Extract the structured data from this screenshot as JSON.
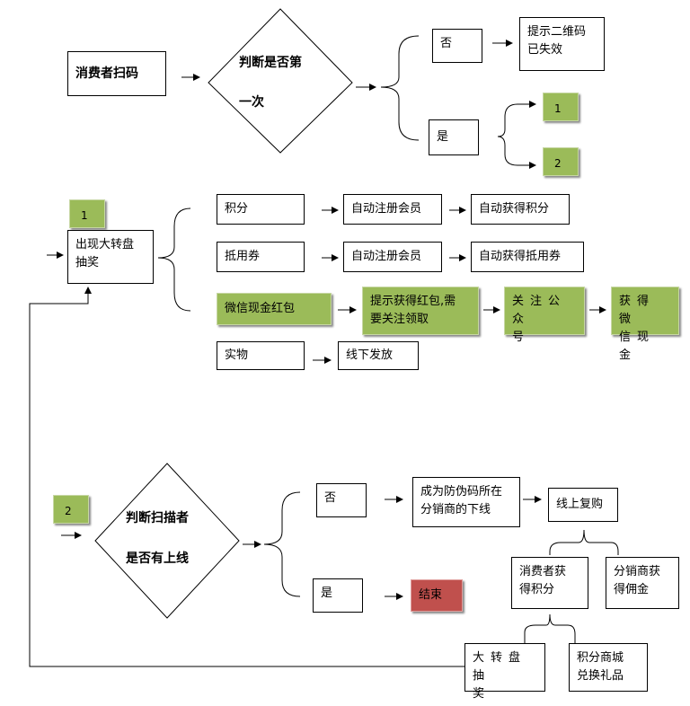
{
  "row1": {
    "consumer_scan": "消费者扫码",
    "decision_first": "判断是否第\n一次",
    "no": "否",
    "qr_invalid": "提示二维码\n已失效",
    "yes": "是",
    "tag1": "1",
    "tag2": "2"
  },
  "row2": {
    "tag": "1",
    "wheel": "出现大转盘\n抽奖",
    "points": "积分",
    "auto_register_1": "自动注册会员",
    "get_points": "自动获得积分",
    "voucher": "抵用券",
    "auto_register_2": "自动注册会员",
    "get_voucher": "自动获得抵用券",
    "wechat_cash": "微信现金红包",
    "prompt_follow": "提示获得红包,需\n要关注领取",
    "follow_account": "关注公众\n号",
    "get_cash": "获得微\n信现金",
    "physical": "实物",
    "offline_issue": "线下发放"
  },
  "row3": {
    "tag": "2",
    "decision_upline_1": "判断扫描者",
    "decision_upline_2": "是否有上线",
    "no": "否",
    "become_downline": "成为防伪码所在\n分销商的下线",
    "online_repurchase": "线上复购",
    "consumer_points": "消费者获\n得积分",
    "distributor_commission": "分销商获\n得佣金",
    "yes": "是",
    "end": "结束",
    "wheel_draw": "大转盘抽\n奖",
    "mall_redeem": "积分商城\n兑换礼品"
  }
}
